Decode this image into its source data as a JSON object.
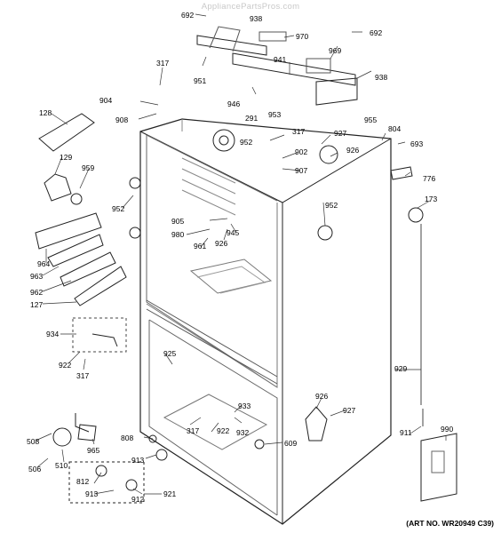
{
  "watermark": "AppliancePartsPros.com",
  "art_number": "(ART NO. WR20949 C39)",
  "callouts": [
    "692",
    "938",
    "970",
    "692",
    "317",
    "941",
    "969",
    "938",
    "951",
    "904",
    "946",
    "291",
    "953",
    "955",
    "908",
    "128",
    "952",
    "317",
    "902",
    "927",
    "926",
    "804",
    "693",
    "129",
    "959",
    "907",
    "776",
    "952",
    "905",
    "980",
    "961",
    "926",
    "945",
    "952",
    "173",
    "964",
    "963",
    "962",
    "127",
    "934",
    "922",
    "317",
    "925",
    "929",
    "926",
    "927",
    "933",
    "932",
    "317",
    "922",
    "508",
    "965",
    "510",
    "506",
    "808",
    "913",
    "609",
    "911",
    "990",
    "812",
    "913",
    "912",
    "921"
  ]
}
